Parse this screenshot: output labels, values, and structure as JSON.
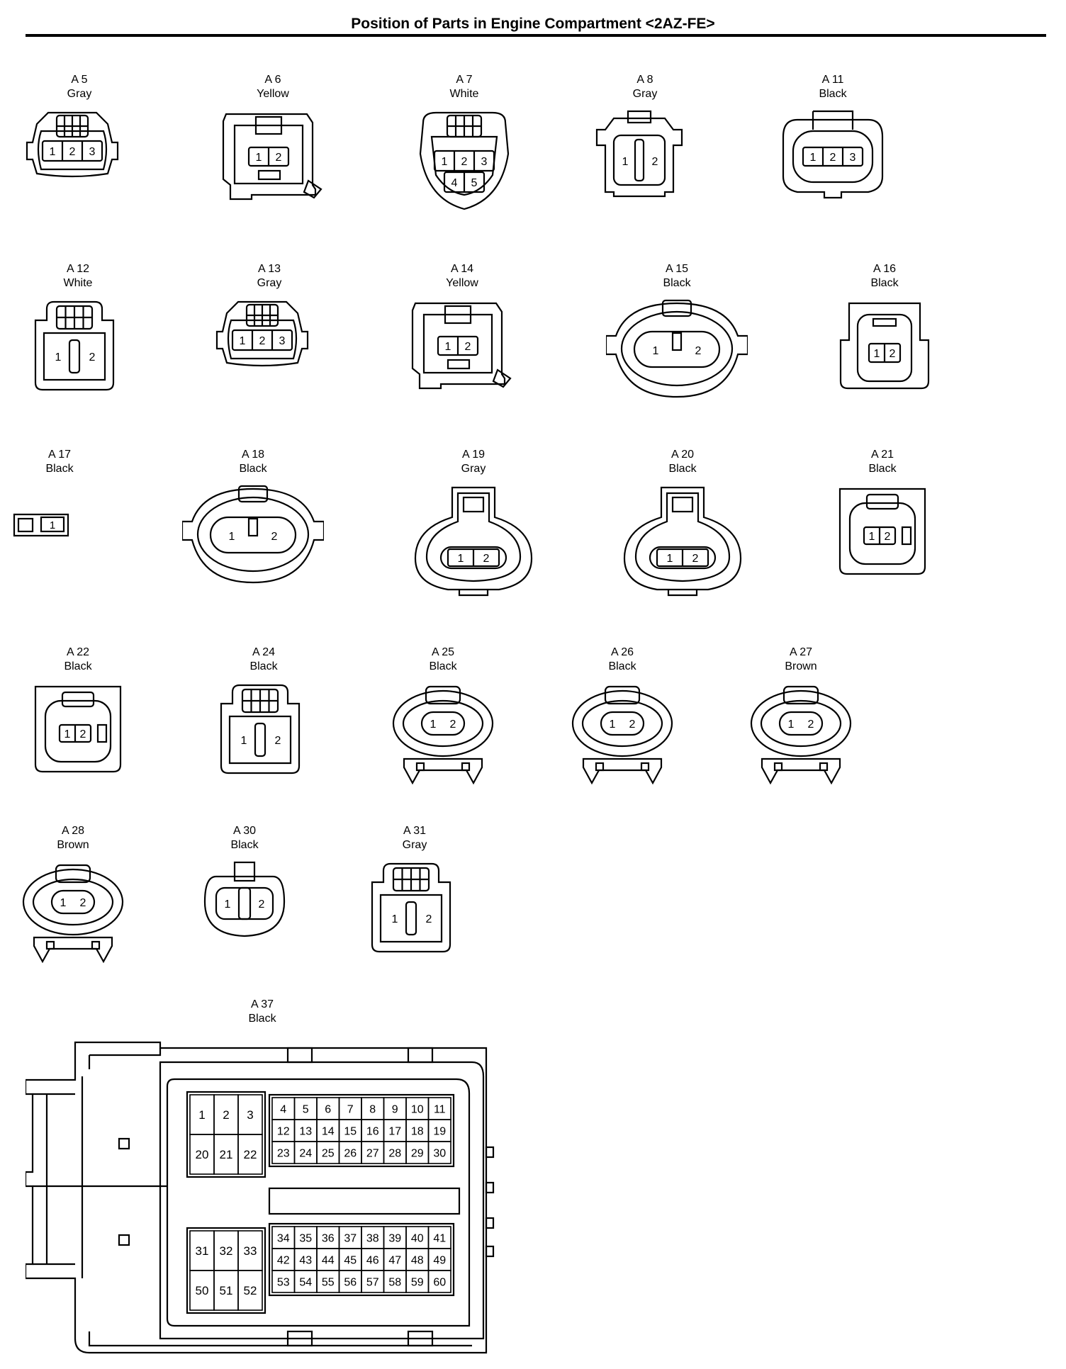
{
  "title": "Position of Parts in Engine Compartment <2AZ-FE>",
  "connectors": [
    {
      "id": "A 5",
      "color": "Gray",
      "shape": "tab3",
      "pins": [
        "1",
        "2",
        "3"
      ]
    },
    {
      "id": "A 6",
      "color": "Yellow",
      "shape": "square2",
      "pins": [
        "1",
        "2"
      ]
    },
    {
      "id": "A 7",
      "color": "White",
      "shape": "shield5",
      "pins": [
        "1",
        "2",
        "3",
        "4",
        "5"
      ]
    },
    {
      "id": "A 8",
      "color": "Gray",
      "shape": "small2",
      "pins": [
        "1",
        "2"
      ]
    },
    {
      "id": "A 11",
      "color": "Black",
      "shape": "round3",
      "pins": [
        "1",
        "2",
        "3"
      ]
    },
    {
      "id": "A 12",
      "color": "White",
      "shape": "lock2",
      "pins": [
        "1",
        "2"
      ]
    },
    {
      "id": "A 13",
      "color": "Gray",
      "shape": "tab3",
      "pins": [
        "1",
        "2",
        "3"
      ]
    },
    {
      "id": "A 14",
      "color": "Yellow",
      "shape": "square2",
      "pins": [
        "1",
        "2"
      ]
    },
    {
      "id": "A 15",
      "color": "Black",
      "shape": "oval2",
      "pins": [
        "1",
        "2"
      ]
    },
    {
      "id": "A 16",
      "color": "Black",
      "shape": "box2",
      "pins": [
        "1",
        "2"
      ]
    },
    {
      "id": "A 17",
      "color": "Black",
      "shape": "tiny1",
      "pins": [
        "1"
      ]
    },
    {
      "id": "A 18",
      "color": "Black",
      "shape": "oval2",
      "pins": [
        "1",
        "2"
      ]
    },
    {
      "id": "A 19",
      "color": "Gray",
      "shape": "drop2",
      "pins": [
        "1",
        "2"
      ]
    },
    {
      "id": "A 20",
      "color": "Black",
      "shape": "drop2",
      "pins": [
        "1",
        "2"
      ]
    },
    {
      "id": "A 21",
      "color": "Black",
      "shape": "box2s",
      "pins": [
        "1",
        "2"
      ]
    },
    {
      "id": "A 22",
      "color": "Black",
      "shape": "box2s",
      "pins": [
        "1",
        "2"
      ]
    },
    {
      "id": "A 24",
      "color": "Black",
      "shape": "lock2",
      "pins": [
        "1",
        "2"
      ]
    },
    {
      "id": "A 25",
      "color": "Black",
      "shape": "clip2",
      "pins": [
        "1",
        "2"
      ]
    },
    {
      "id": "A 26",
      "color": "Black",
      "shape": "clip2",
      "pins": [
        "1",
        "2"
      ]
    },
    {
      "id": "A 27",
      "color": "Brown",
      "shape": "clip2",
      "pins": [
        "1",
        "2"
      ]
    },
    {
      "id": "A 28",
      "color": "Brown",
      "shape": "clip2",
      "pins": [
        "1",
        "2"
      ]
    },
    {
      "id": "A 30",
      "color": "Black",
      "shape": "mini2",
      "pins": [
        "1",
        "2"
      ]
    },
    {
      "id": "A 31",
      "color": "Gray",
      "shape": "lock2",
      "pins": [
        "1",
        "2"
      ]
    }
  ],
  "a37": {
    "id": "A 37",
    "color": "Black",
    "blocks": {
      "top_left": [
        [
          "1",
          "2",
          "3"
        ],
        [
          "20",
          "21",
          "22"
        ]
      ],
      "top_right": [
        [
          "4",
          "5",
          "6",
          "7",
          "8",
          "9",
          "10",
          "11"
        ],
        [
          "12",
          "13",
          "14",
          "15",
          "16",
          "17",
          "18",
          "19"
        ],
        [
          "23",
          "24",
          "25",
          "26",
          "27",
          "28",
          "29",
          "30"
        ]
      ],
      "bottom_left": [
        [
          "31",
          "32",
          "33"
        ],
        [
          "50",
          "51",
          "52"
        ]
      ],
      "bottom_right": [
        [
          "34",
          "35",
          "36",
          "37",
          "38",
          "39",
          "40",
          "41"
        ],
        [
          "42",
          "43",
          "44",
          "45",
          "46",
          "47",
          "48",
          "49"
        ],
        [
          "53",
          "54",
          "55",
          "56",
          "57",
          "58",
          "59",
          "60"
        ]
      ]
    }
  }
}
